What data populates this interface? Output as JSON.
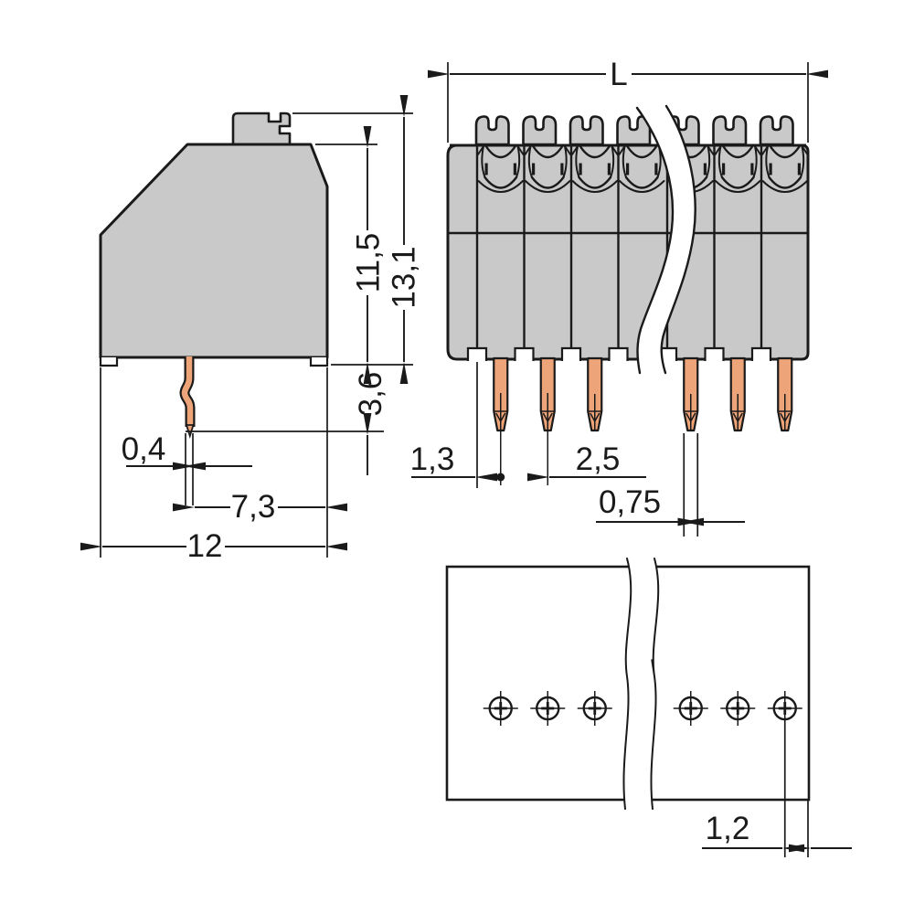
{
  "drawing": {
    "type": "technical-dimension-drawing",
    "views": {
      "side": {
        "dims": {
          "body_height": "11,5",
          "total_height": "13,1",
          "pin_protrusion": "3,6",
          "pin_width": "0,4",
          "pin_to_edge": "7,3",
          "total_depth": "12"
        }
      },
      "front": {
        "dims": {
          "total_length": "L",
          "edge_to_first_pin": "1,3",
          "pin_pitch": "2,5",
          "pin_width": "0,75"
        }
      },
      "bottom": {
        "dims": {
          "hole_to_edge": "1,2"
        }
      }
    },
    "colors": {
      "housing": "#c9c9c9",
      "pin": "#eda478",
      "line": "#1a1a1a",
      "background": "#ffffff"
    }
  }
}
